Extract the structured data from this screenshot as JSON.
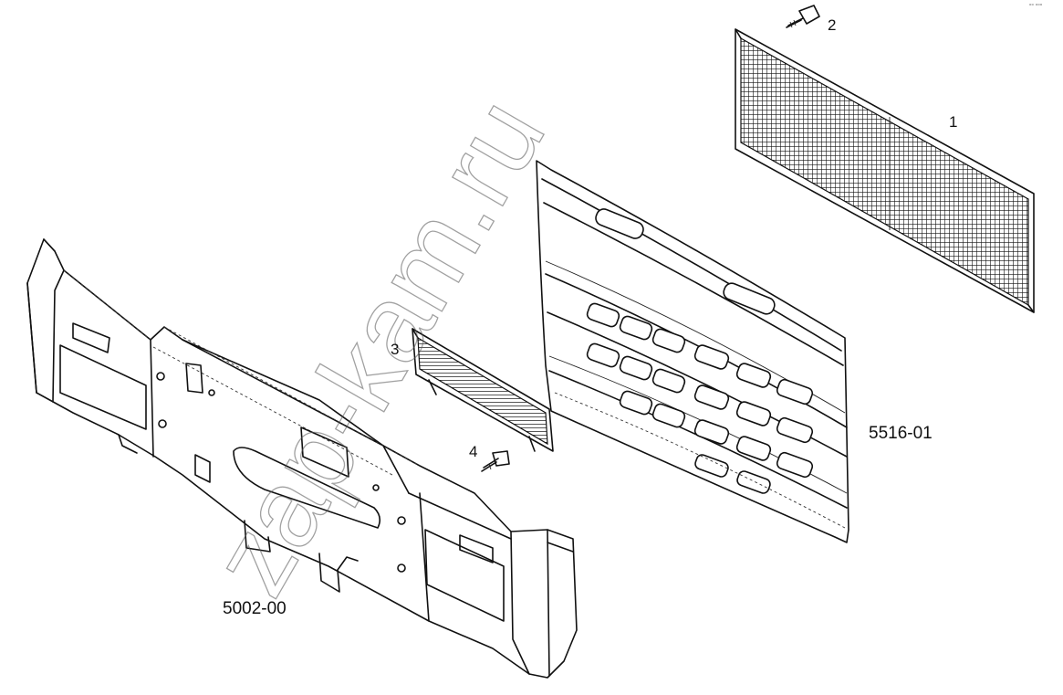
{
  "callouts": {
    "item1": "1",
    "item2": "2",
    "item3": "3",
    "item4": "4"
  },
  "assembly_codes": {
    "grille_assembly": "5516-01",
    "bumper_assembly": "5002-00"
  },
  "watermark": "zap-kam.ru",
  "corner_mark": "ᵒᵒ ᵒᵒᵒ"
}
